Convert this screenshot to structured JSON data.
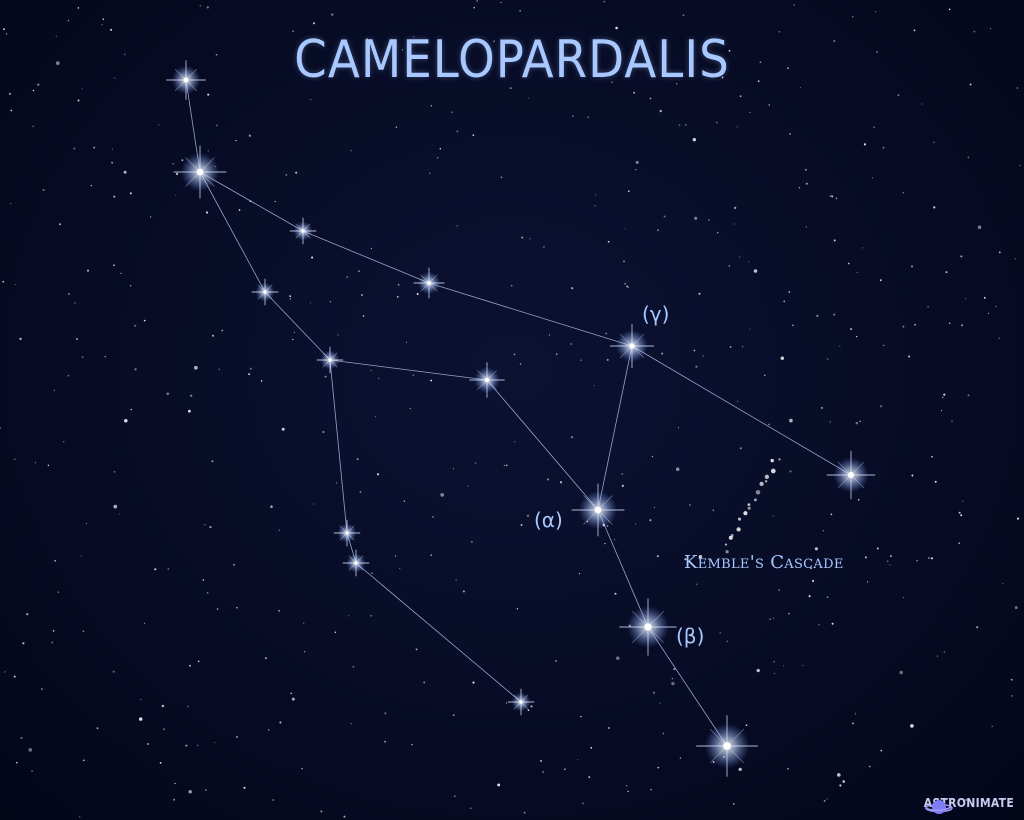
{
  "title": "CAMELOPARDALIS",
  "labels": {
    "gamma": "(γ)",
    "alpha": "(α)",
    "beta": "(β)",
    "cascade": "Kemble's Cascade"
  },
  "brand": {
    "name": "ASTRONIMATE",
    "icon": "planet-icon"
  },
  "colors": {
    "background": "#060a22",
    "text": "#a9c8ff",
    "star": "#ffffff",
    "line": "#c8d6ff",
    "brand_icon": "#7f7df5"
  }
}
